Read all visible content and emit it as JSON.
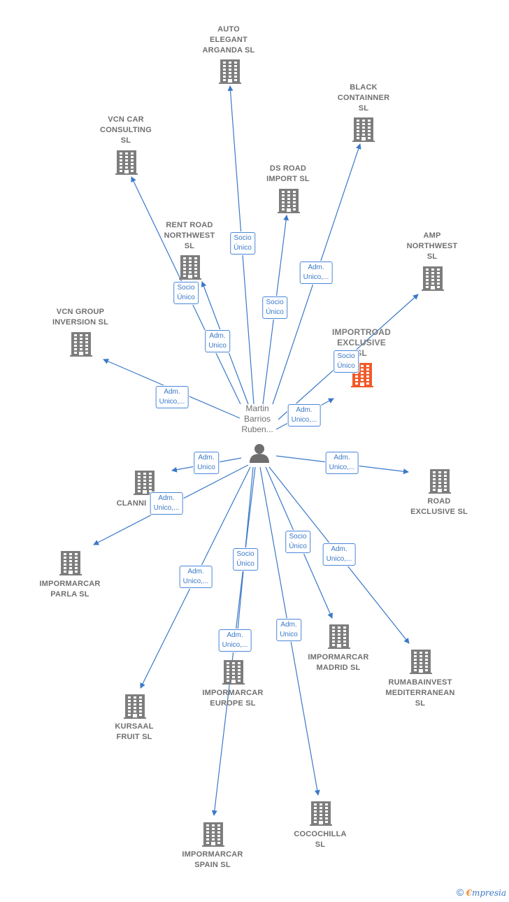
{
  "center": {
    "name": "Martin\nBarrios\nRuben...",
    "icon": "person-icon"
  },
  "colors": {
    "edge": "#3a78c8",
    "building": "#7d7d7d",
    "highlight": "#f05a28",
    "label": "#6f6f6f"
  },
  "nodes": [
    {
      "id": "auto-elegant",
      "name": "AUTO\nELEGANT\nARGANDA  SL"
    },
    {
      "id": "black-containner",
      "name": "BLACK\nCONTAINNER\nSL"
    },
    {
      "id": "vcn-car",
      "name": "VCN CAR\nCONSULTING\nSL"
    },
    {
      "id": "ds-road",
      "name": "DS ROAD\nIMPORT  SL"
    },
    {
      "id": "rent-road",
      "name": "RENT ROAD\nNORTHWEST\nSL"
    },
    {
      "id": "amp-northwest",
      "name": "AMP\nNORTHWEST\nSL"
    },
    {
      "id": "vcn-group",
      "name": "VCN GROUP\nINVERSION  SL"
    },
    {
      "id": "importroad",
      "name": "IMPORTROAD\nEXCLUSIVE\nSL",
      "highlight": true
    },
    {
      "id": "road-exclusive",
      "name": "ROAD\nEXCLUSIVE  SL"
    },
    {
      "id": "clanni",
      "name": "CLANNI"
    },
    {
      "id": "impormarcar-parla",
      "name": "IMPORMARCAR\nPARLA  SL"
    },
    {
      "id": "impormarcar-madrid",
      "name": "IMPORMARCAR\nMADRID  SL"
    },
    {
      "id": "rumabainvest",
      "name": "RUMABAINVEST\nMEDITERRANEAN\nSL"
    },
    {
      "id": "impormarcar-europe",
      "name": "IMPORMARCAR\nEUROPE  SL"
    },
    {
      "id": "kursaal",
      "name": "KURSAAL\nFRUIT  SL"
    },
    {
      "id": "impormarcar-spain",
      "name": "IMPORMARCAR\nSPAIN  SL"
    },
    {
      "id": "cocochilla",
      "name": "COCOCHILLA\nSL"
    }
  ],
  "edges": [
    {
      "target": "auto-elegant",
      "label": "Socio\nÚnico"
    },
    {
      "target": "black-containner",
      "label": "Adm.\nUnico,..."
    },
    {
      "target": "vcn-car",
      "label": "Socio\nÚnico"
    },
    {
      "target": "ds-road",
      "label": "Socio\nÚnico"
    },
    {
      "target": "rent-road",
      "label": "Adm.\nUnico"
    },
    {
      "target": "amp-northwest",
      "label": "Socio\nÚnico"
    },
    {
      "target": "vcn-group",
      "label": "Adm.\nUnico,..."
    },
    {
      "target": "importroad",
      "label": "Adm.\nUnico,..."
    },
    {
      "target": "road-exclusive",
      "label": "Adm.\nUnico,..."
    },
    {
      "target": "clanni",
      "label": "Adm.\nUnico"
    },
    {
      "target": "impormarcar-parla",
      "label": "Adm.\nUnico,..."
    },
    {
      "target": "impormarcar-madrid",
      "label": "Socio\nÚnico"
    },
    {
      "target": "rumabainvest",
      "label": "Adm.\nUnico,..."
    },
    {
      "target": "impormarcar-europe",
      "label": "Adm.\nUnico,..."
    },
    {
      "target": "kursaal",
      "label": "Adm.\nUnico,..."
    },
    {
      "target": "impormarcar-spain",
      "label": "Socio\nÚnico"
    },
    {
      "target": "cocochilla",
      "label": "Adm.\nUnico"
    }
  ],
  "footer": {
    "copyright": "©",
    "brand_first": "€",
    "brand_rest": "mpresia"
  }
}
